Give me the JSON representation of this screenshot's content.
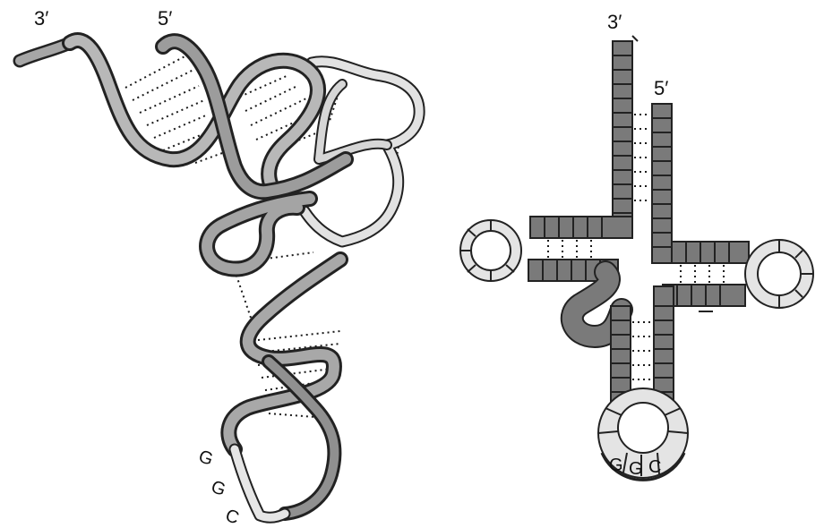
{
  "ribbon_model": {
    "end_3prime": "3′",
    "end_5prime": "5′",
    "anticodon": [
      "G",
      "G",
      "C"
    ]
  },
  "cloverleaf": {
    "end_3prime": "3′",
    "end_5prime": "5′",
    "anticodon": [
      "G",
      "G",
      "C"
    ]
  },
  "colors": {
    "stem": "#7a7a7a",
    "loop": "#e4e4e4",
    "ribbon_light": "#d8d8d8",
    "ribbon_mid": "#a8a8a8",
    "ribbon_dark": "#333333",
    "outline": "#222222"
  }
}
